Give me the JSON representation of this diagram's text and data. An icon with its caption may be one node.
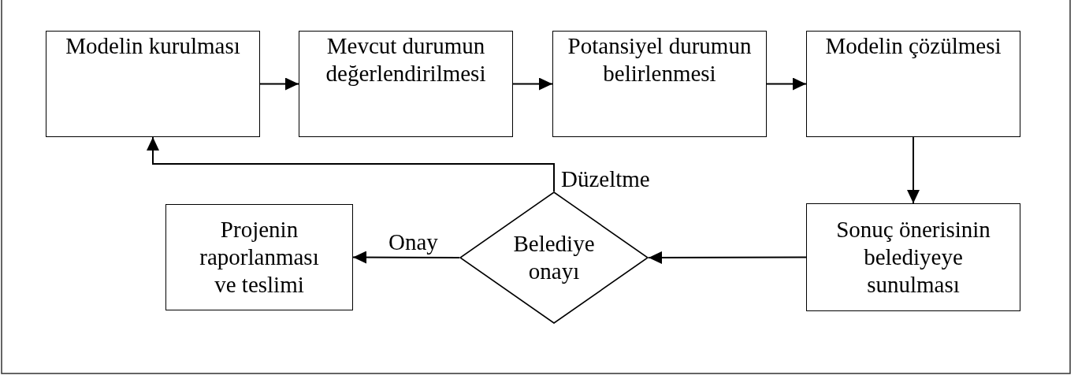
{
  "diagram": {
    "nodes": [
      {
        "text": [
          "Modelin kurulması"
        ]
      },
      {
        "text": [
          "Mevcut durumun değerlendirilmesi"
        ]
      },
      {
        "text": [
          "Potansiyel durumun belirlenmesi"
        ]
      },
      {
        "text": [
          "Modelin çözülmesi"
        ]
      },
      {
        "text": [
          "Projenin raporlanması ve teslimi"
        ]
      },
      {
        "text": [
          "Belediye onayı"
        ]
      },
      {
        "text": [
          "Sonuç önerisinin belediyeye sunulması"
        ]
      }
    ],
    "edges": [
      {
        "from": 0,
        "to": 1,
        "arrow": "to"
      },
      {
        "from": 1,
        "to": 2,
        "arrow": "to"
      },
      {
        "from": 2,
        "to": 3,
        "arrow": "to"
      },
      {
        "from": 3,
        "to": 6,
        "arrow": "to"
      },
      {
        "from": 6,
        "to": 5,
        "arrow": "to"
      },
      {
        "from": 5,
        "to": 4,
        "arrow": "to",
        "label": "Onay"
      },
      {
        "from": 5,
        "to": 0,
        "arrow": "to",
        "label": "Düzeltme"
      }
    ]
  }
}
